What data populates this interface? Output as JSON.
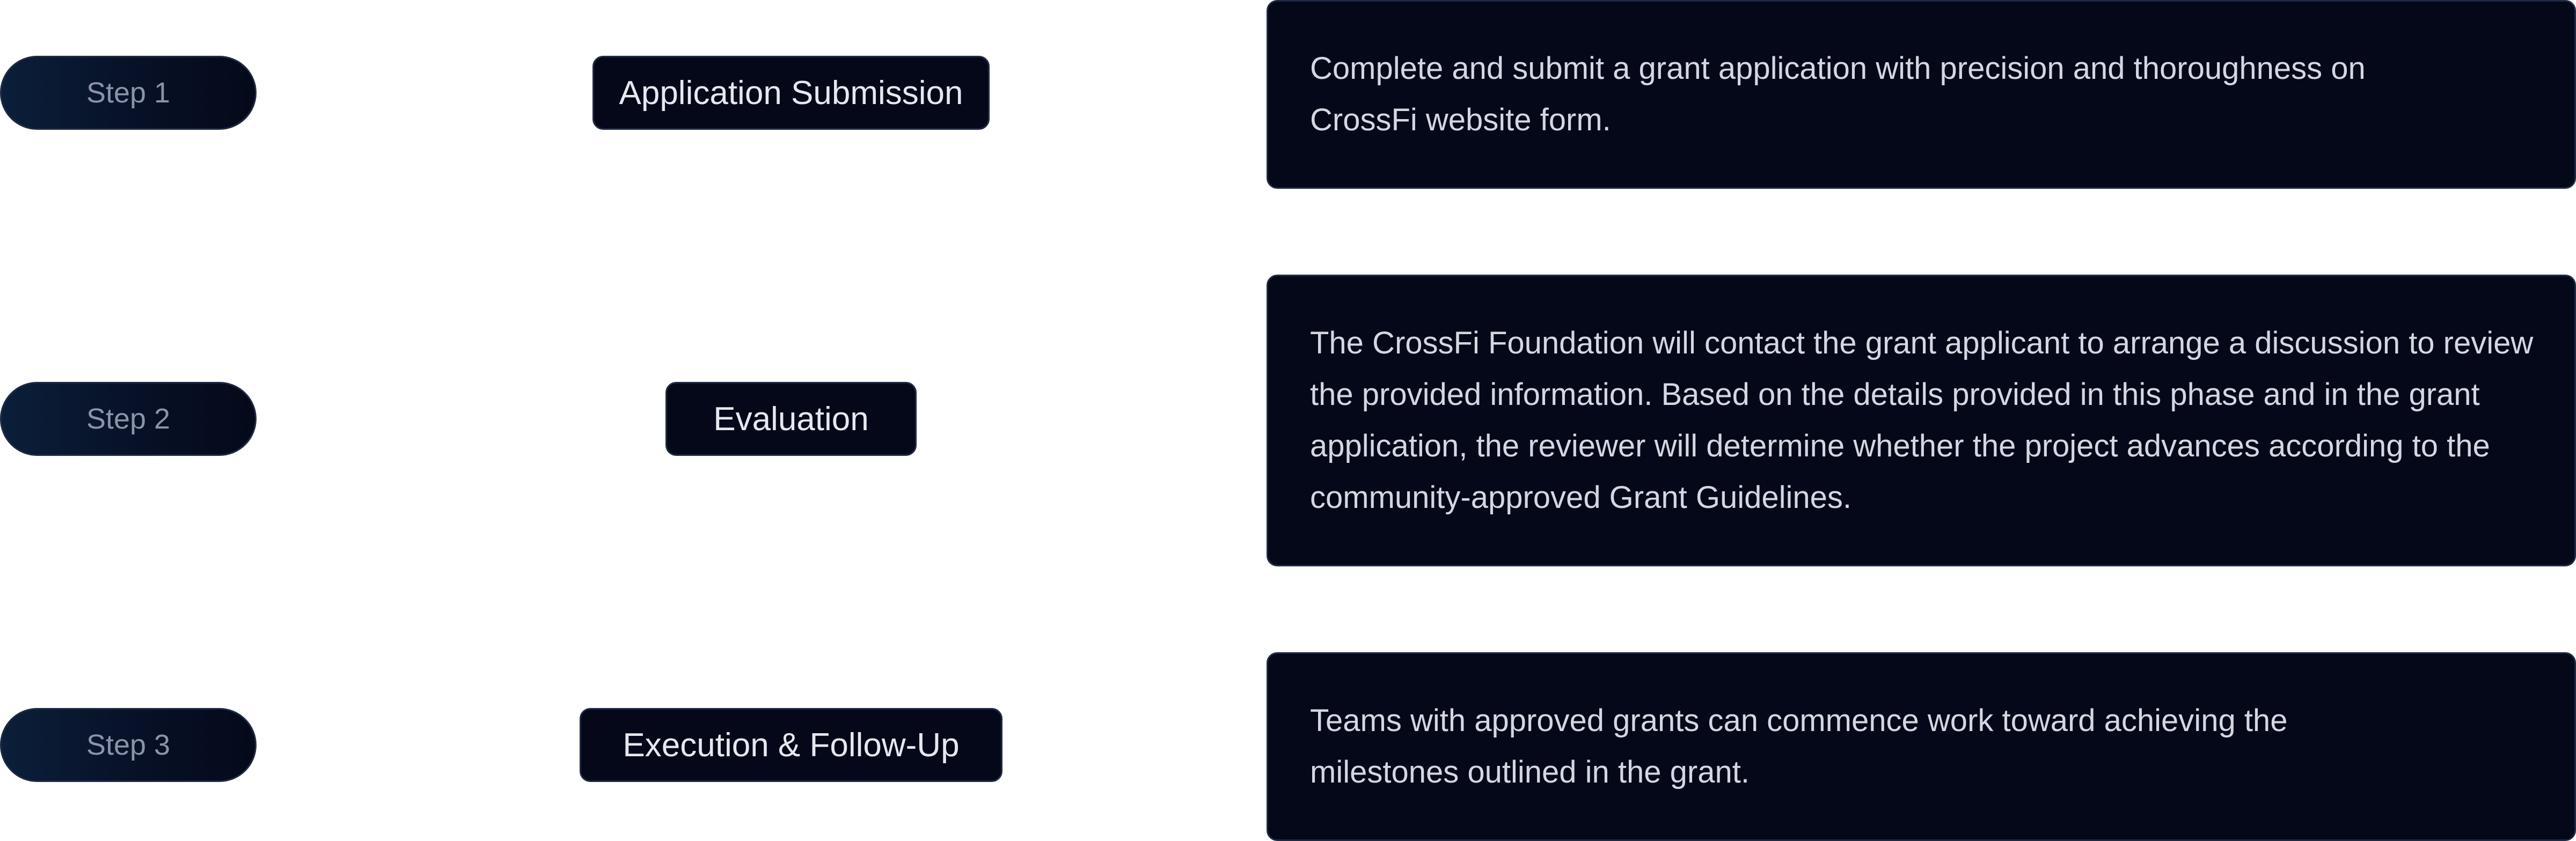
{
  "steps": [
    {
      "step_label": "Step 1",
      "title": "Application Submission",
      "description": "Complete and submit a grant application with precision and thoroughness on CrossFi website form."
    },
    {
      "step_label": "Step 2",
      "title": "Evaluation",
      "description": "The CrossFi Foundation will contact the grant applicant to arrange a discussion to review the provided information. Based on the details provided in this phase and in the grant application, the reviewer will determine whether the project advances according to the community-approved Grant Guidelines."
    },
    {
      "step_label": "Step 3",
      "title": "Execution & Follow-Up",
      "description": "Teams with approved grants can commence work toward achieving the milestones outlined in the grant."
    }
  ],
  "colors": {
    "box_background": "#050818",
    "pill_gradient_start": "#0b1f3a",
    "border": "#1e2a44",
    "title_text": "#e6e8ef",
    "description_text": "#d3d7e1",
    "step_text": "#8a93a8"
  }
}
